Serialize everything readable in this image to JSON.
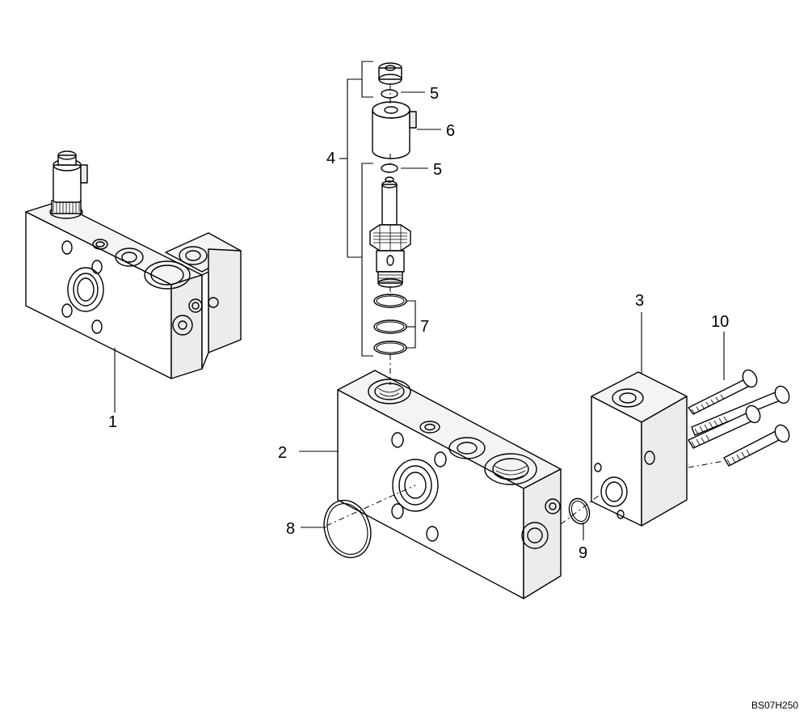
{
  "diagram": {
    "callouts": [
      {
        "id": "1",
        "label": "1"
      },
      {
        "id": "2",
        "label": "2"
      },
      {
        "id": "3",
        "label": "3"
      },
      {
        "id": "4",
        "label": "4"
      },
      {
        "id": "5a",
        "label": "5"
      },
      {
        "id": "5b",
        "label": "5"
      },
      {
        "id": "6",
        "label": "6"
      },
      {
        "id": "7",
        "label": "7"
      },
      {
        "id": "8",
        "label": "8"
      },
      {
        "id": "9",
        "label": "9"
      },
      {
        "id": "10",
        "label": "10"
      }
    ],
    "reference_code": "BS07H250"
  }
}
